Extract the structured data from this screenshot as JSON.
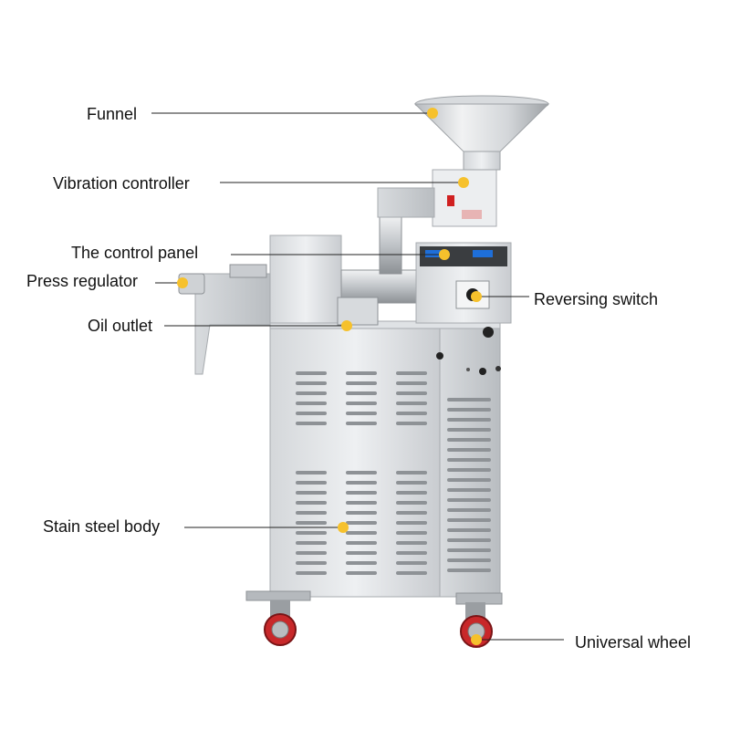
{
  "colors": {
    "steel_light": "#e4e6e8",
    "steel_mid": "#c5c8cb",
    "steel_dark": "#8e9296",
    "wheel_red": "#c8282a",
    "marker_yellow": "#f6c12c",
    "leader_line": "#222222"
  },
  "callouts": [
    {
      "id": "funnel",
      "label": "Funnel"
    },
    {
      "id": "vibration-controller",
      "label": "Vibration controller"
    },
    {
      "id": "control-panel",
      "label": "The control panel"
    },
    {
      "id": "press-regulator",
      "label": "Press regulator"
    },
    {
      "id": "oil-outlet",
      "label": "Oil outlet"
    },
    {
      "id": "reversing-switch",
      "label": "Reversing switch"
    },
    {
      "id": "stain-steel-body",
      "label": "Stain steel body"
    },
    {
      "id": "universal-wheel",
      "label": "Universal wheel"
    }
  ]
}
